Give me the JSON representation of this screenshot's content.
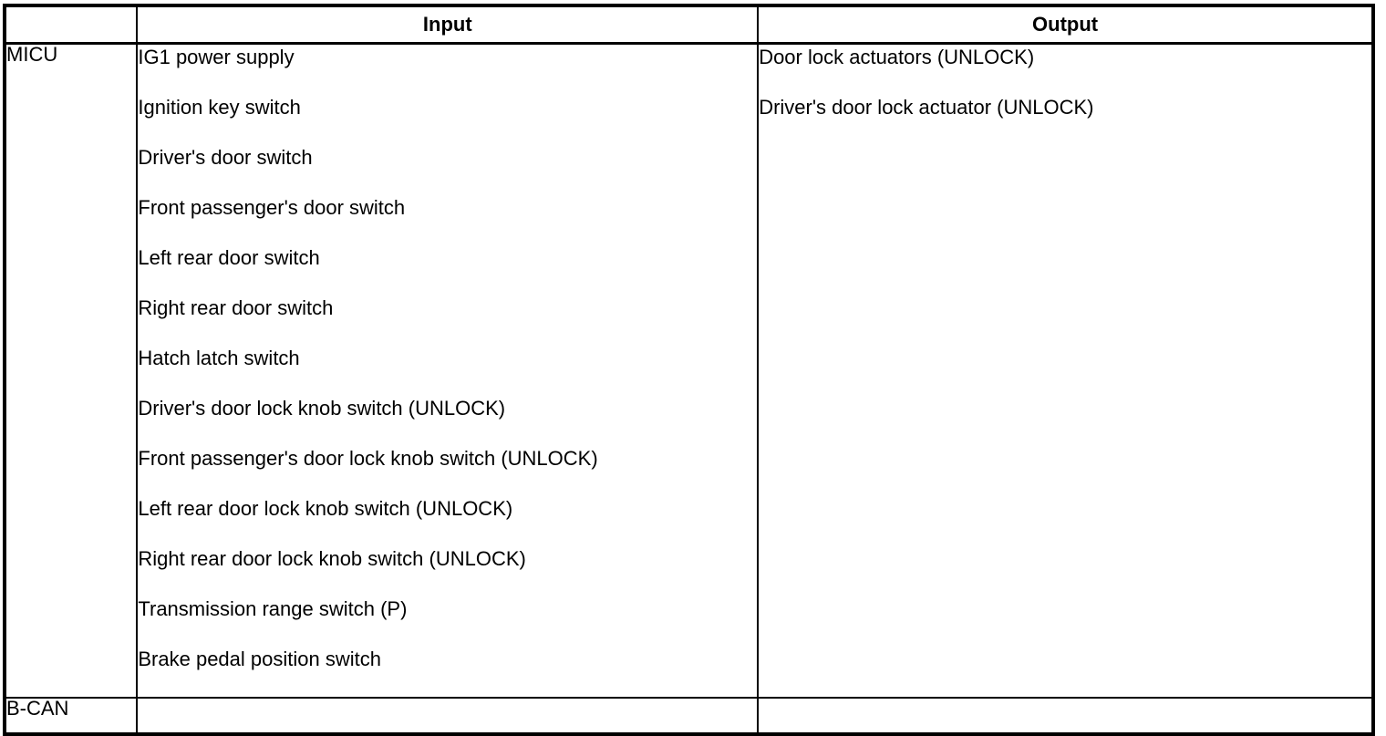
{
  "table": {
    "columns": [
      {
        "key": "system",
        "label": ""
      },
      {
        "key": "input",
        "label": "Input"
      },
      {
        "key": "output",
        "label": "Output"
      }
    ],
    "rows": [
      {
        "system": "MICU",
        "input": [
          "IG1 power supply",
          "Ignition key switch",
          "Driver's door switch",
          "Front passenger's door switch",
          "Left rear door switch",
          "Right rear door switch",
          "Hatch latch switch",
          "Driver's door lock knob switch (UNLOCK)",
          "Front passenger's door lock knob switch (UNLOCK)",
          "Left rear door lock knob switch (UNLOCK)",
          "Right rear door lock knob switch (UNLOCK)",
          "Transmission range switch (P)",
          "Brake pedal position switch"
        ],
        "output": [
          "Door lock actuators (UNLOCK)",
          "Driver's door lock actuator (UNLOCK)"
        ]
      },
      {
        "system": "B-CAN",
        "input": [],
        "output": []
      }
    ]
  },
  "colors": {
    "border": "#000000",
    "text": "#000000",
    "background": "#ffffff"
  }
}
